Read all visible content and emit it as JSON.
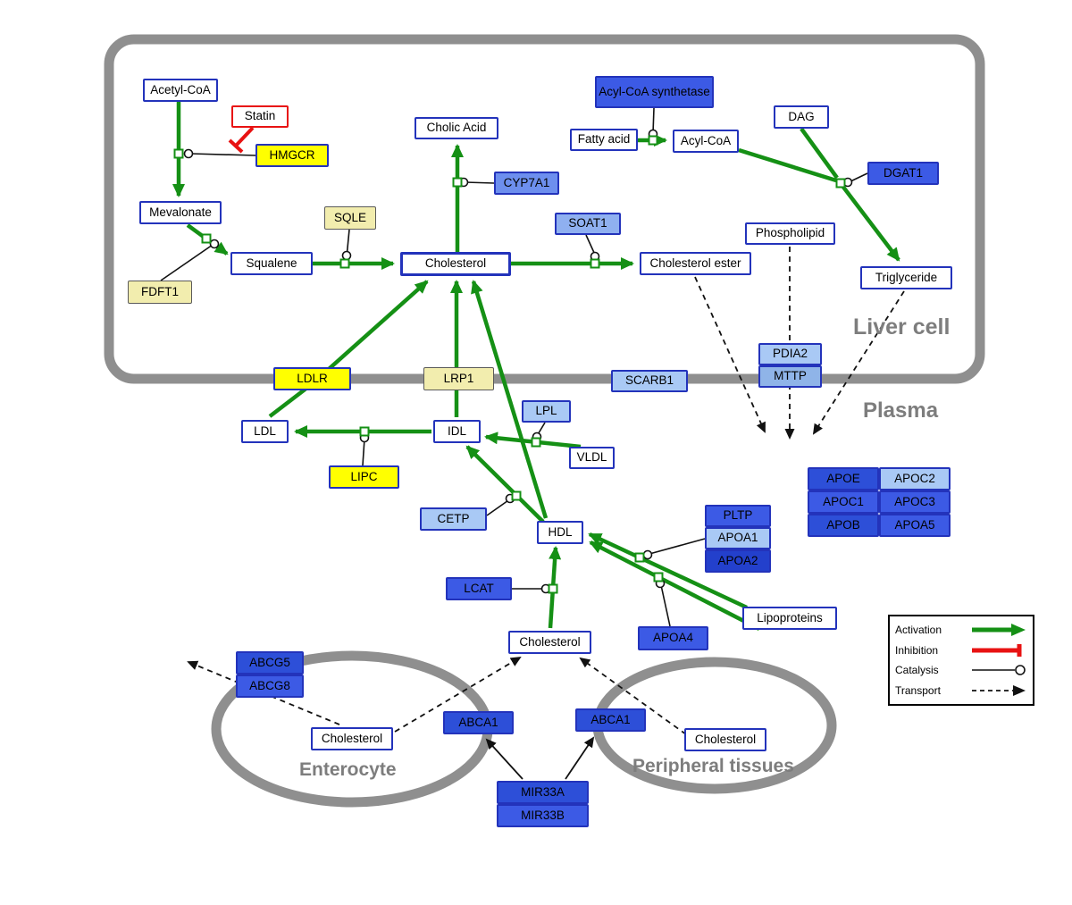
{
  "regions": {
    "liver": "Liver cell",
    "plasma": "Plasma",
    "enterocyte": "Enterocyte",
    "peripheral": "Peripheral tissues"
  },
  "nodes": {
    "acetyl_coa": "Acetyl-CoA",
    "statin": "Statin",
    "hmgcr": "HMGCR",
    "mevalonate": "Mevalonate",
    "fdft1": "FDFT1",
    "squalene": "Squalene",
    "sqle": "SQLE",
    "cholesterol_liver": "Cholesterol",
    "cholic_acid": "Cholic Acid",
    "cyp7a1": "CYP7A1",
    "soat1": "SOAT1",
    "cholesterol_ester": "Cholesterol ester",
    "acyl_coa_synthetase": "Acyl-CoA synthetase",
    "fatty_acid": "Fatty acid",
    "acyl_coa": "Acyl-CoA",
    "dag": "DAG",
    "dgat1": "DGAT1",
    "phospholipid": "Phospholipid",
    "triglyceride": "Triglyceride",
    "pdia2": "PDIA2",
    "mttp": "MTTP",
    "ldlr": "LDLR",
    "lrp1": "LRP1",
    "scarb1": "SCARB1",
    "ldl": "LDL",
    "idl": "IDL",
    "lipc": "LIPC",
    "lpl": "LPL",
    "vldl": "VLDL",
    "cetp": "CETP",
    "hdl": "HDL",
    "pltp": "PLTP",
    "apoa1": "APOA1",
    "apoa2": "APOA2",
    "lcat": "LCAT",
    "apoa4": "APOA4",
    "lipoproteins": "Lipoproteins",
    "apoe": "APOE",
    "apoc2": "APOC2",
    "apoc1": "APOC1",
    "apoc3": "APOC3",
    "apob": "APOB",
    "apoa5": "APOA5",
    "cholesterol_plasma": "Cholesterol",
    "abcg5": "ABCG5",
    "abcg8": "ABCG8",
    "cholesterol_enterocyte": "Cholesterol",
    "abca1_left": "ABCA1",
    "abca1_right": "ABCA1",
    "cholesterol_peripheral": "Cholesterol",
    "mir33a": "MIR33A",
    "mir33b": "MIR33B"
  },
  "legend": {
    "activation": "Activation",
    "inhibition": "Inhibition",
    "catalysis": "Catalysis",
    "transport": "Transport"
  },
  "colors": {
    "activation_green": "#159015",
    "inhibition_red": "#e81212",
    "metabolite_border_blue": "#2333bb",
    "gene_yellow": "#ffff00",
    "gene_pale_yellow": "#f2edae",
    "gene_royal_blue": "#3c5ae5",
    "gene_light_blue": "#a9c9f5",
    "membrane_gray": "#8f8f8f"
  }
}
